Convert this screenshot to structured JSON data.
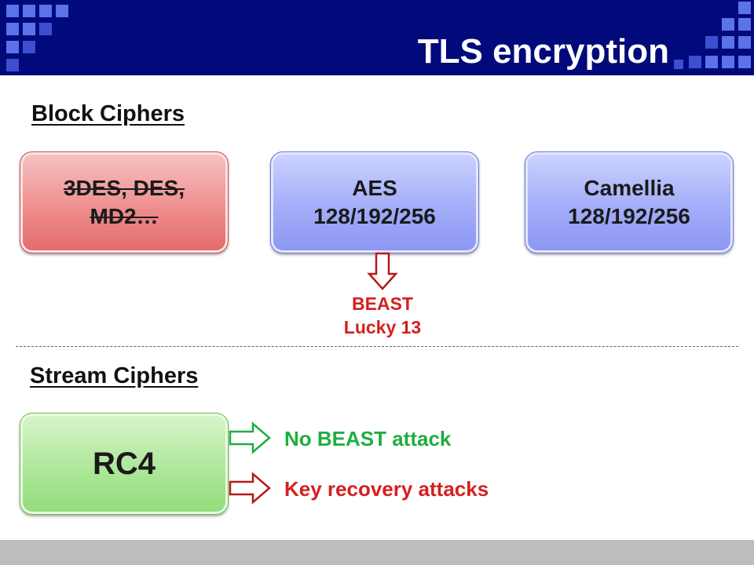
{
  "slide": {
    "title": "TLS encryption"
  },
  "block_section": {
    "heading": "Block Ciphers",
    "boxes": [
      {
        "label": "3DES, DES,\nMD2…",
        "status": "deprecated",
        "color": "#ee8a8a"
      },
      {
        "label": "AES\n128/192/256",
        "status": "active",
        "color": "#a3adf8"
      },
      {
        "label": "Camellia\n128/192/256",
        "status": "active",
        "color": "#a3adf8"
      }
    ],
    "aes_attacks": {
      "text": "BEAST\nLucky 13",
      "color": "#d42020",
      "arrow_icon": "down-arrow-icon"
    }
  },
  "stream_section": {
    "heading": "Stream Ciphers",
    "box": {
      "label": "RC4",
      "color": "#aee79a"
    },
    "notes": [
      {
        "text": "No BEAST attack",
        "color": "#1fae3e",
        "arrow_icon": "right-arrow-icon"
      },
      {
        "text": "Key recovery attacks",
        "color": "#d42020",
        "arrow_icon": "right-arrow-icon"
      }
    ]
  },
  "colors": {
    "header_bg": "#000a7a",
    "footer_bg": "#bdbdbd",
    "arrow_green": "#1fae3e",
    "arrow_red": "#b31b1b"
  }
}
